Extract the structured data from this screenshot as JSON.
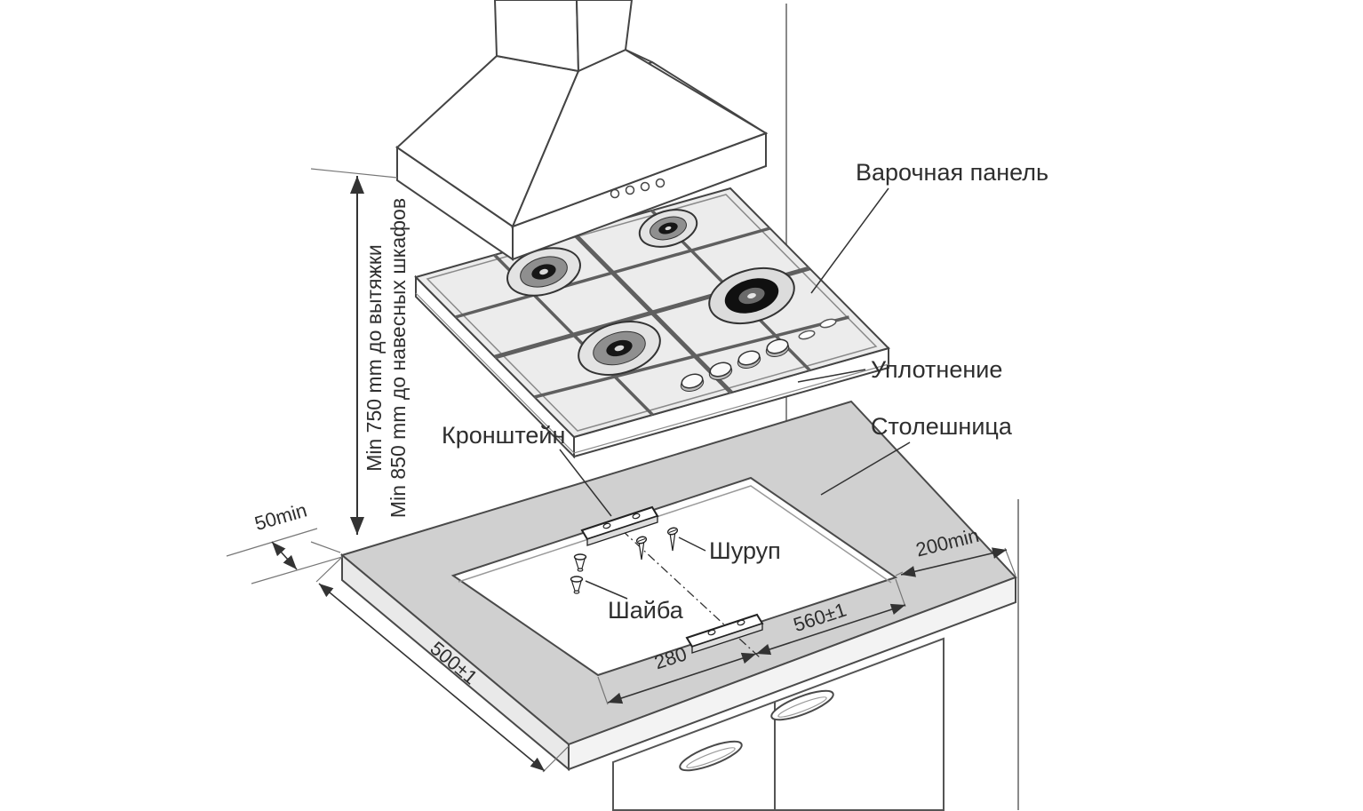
{
  "diagram": {
    "callouts": {
      "hob": "Варочная панель",
      "seal": "Уплотнение",
      "countertop": "Столешница",
      "bracket": "Кронштейн",
      "screw": "Шуруп",
      "washer": "Шайба"
    },
    "dimensions": {
      "hood_clearance": "Min 750 mm до вытяжки",
      "wall_cabinet_clearance": "Min 850 mm до навесных шкафов",
      "edge_clearance": "50min",
      "cutout_depth": "500±1",
      "right_clearance": "200min",
      "cutout_width": "560±1",
      "bracket_offset": "280"
    },
    "colors": {
      "line": "#3c3c3c",
      "countertop": "#d0d0d0",
      "text": "#2e2e2e",
      "background": "#ffffff"
    }
  }
}
